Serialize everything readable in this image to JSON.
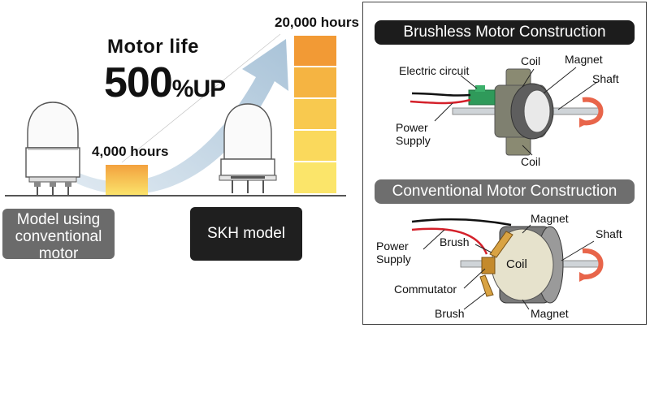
{
  "left": {
    "headline_line1": "Motor life",
    "headline_big": "500",
    "headline_suffix": "%UP",
    "conventional_hours": "4,000 hours",
    "skh_hours": "20,000 hours",
    "conventional_model_label": "Model using conventional motor",
    "skh_model_label": "SKH model"
  },
  "brushless": {
    "title": "Brushless Motor Construction",
    "labels": {
      "electric_circuit": "Electric circuit",
      "coil_top": "Coil",
      "magnet": "Magnet",
      "shaft": "Shaft",
      "power_supply": "Power Supply",
      "coil_bottom": "Coil"
    }
  },
  "conventional": {
    "title": "Conventional Motor Construction",
    "labels": {
      "magnet_top": "Magnet",
      "power_supply": "Power Supply",
      "brush_top": "Brush",
      "shaft": "Shaft",
      "coil": "Coil",
      "commutator": "Commutator",
      "brush_bottom": "Brush",
      "magnet_bottom": "Magnet"
    }
  },
  "colors": {
    "bar_top": "#f39a36",
    "bar_bottom": "#fbe46a",
    "arrow": "#b9cfe0",
    "panel_title_dark": "#1c1c1c",
    "panel_title_gray": "#6e6e6e"
  }
}
